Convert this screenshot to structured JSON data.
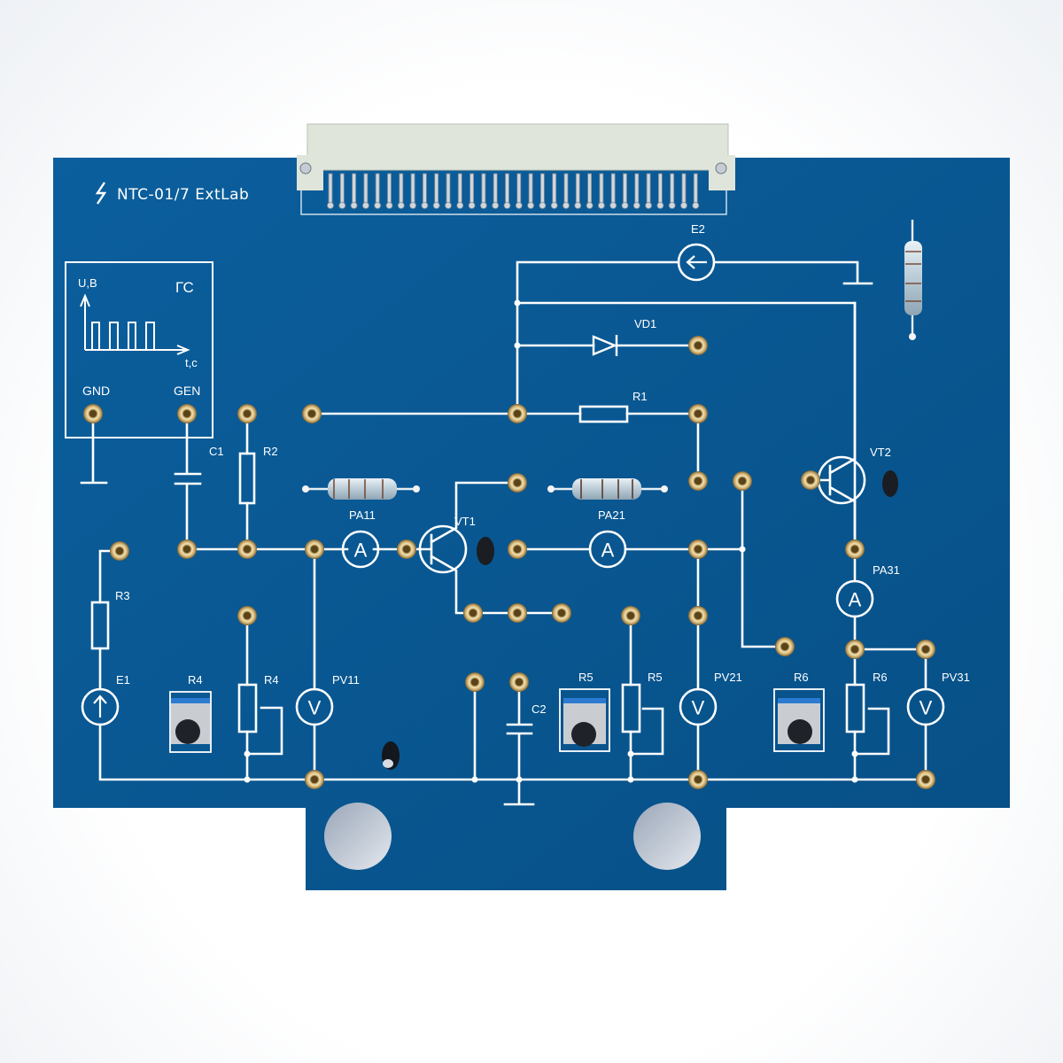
{
  "board": {
    "title": "NTC-01/7 ExtLab",
    "title_icon": "lightning-icon",
    "pcb_color": "#0a5a96",
    "silk_color": "#ffffff",
    "pad_color": "#c9a96a",
    "connector_color": "#dfe5da"
  },
  "generator_panel": {
    "title": "ГС",
    "y_axis_label": "U,B",
    "x_axis_label": "t,c",
    "ground_label": "GND",
    "gen_label": "GEN"
  },
  "components": {
    "e1": "E1",
    "e2": "E2",
    "vd1": "VD1",
    "r1": "R1",
    "r2": "R2",
    "r3": "R3",
    "r4_knob": "R4",
    "r4_symbol": "R4",
    "r5_knob": "R5",
    "r5_symbol": "R5",
    "r6_knob": "R6",
    "r6_symbol": "R6",
    "c1": "C1",
    "c2": "C2",
    "pa11": "PA11",
    "pa21": "PA21",
    "pa31": "PA31",
    "vt1": "VT1",
    "vt2": "VT2",
    "pv11": "PV11",
    "pv21": "PV21",
    "pv31": "PV31"
  },
  "meter_glyphs": {
    "ammeter": "A",
    "voltmeter": "V"
  }
}
